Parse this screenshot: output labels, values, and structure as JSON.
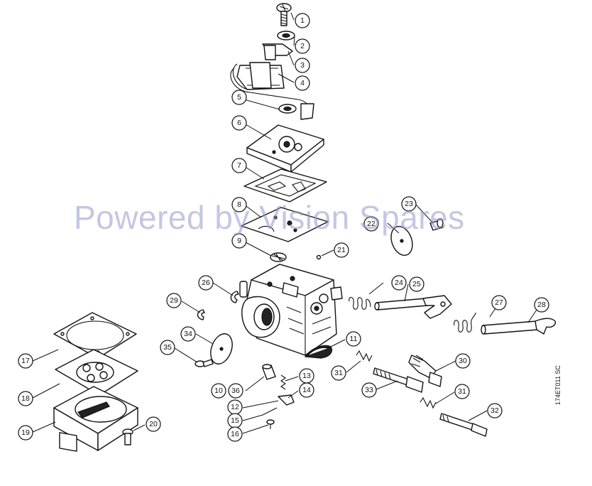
{
  "watermark": "Powered by Vision Spares",
  "drawing_code": "174ET011 SC",
  "callouts": [
    "1",
    "2",
    "3",
    "4",
    "5",
    "6",
    "7",
    "8",
    "9",
    "10",
    "11",
    "12",
    "13",
    "14",
    "15",
    "16",
    "17",
    "18",
    "19",
    "20",
    "21",
    "22",
    "23",
    "24",
    "25",
    "26",
    "27",
    "28",
    "29",
    "30",
    "31",
    "31",
    "32",
    "33",
    "34",
    "35",
    "36"
  ]
}
